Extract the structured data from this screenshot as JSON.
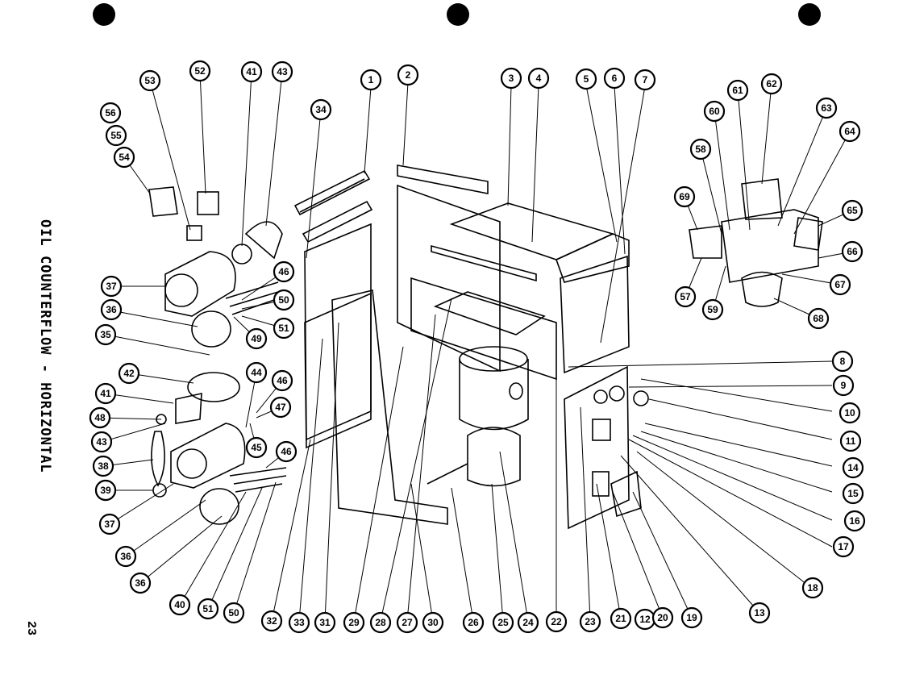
{
  "figure_title": "OIL COUNTERFLOW - HORIZONTAL",
  "page_number": "23",
  "callouts": [
    {
      "id": "c1",
      "label": "1"
    },
    {
      "id": "c2",
      "label": "2"
    },
    {
      "id": "c3",
      "label": "3"
    },
    {
      "id": "c4",
      "label": "4"
    },
    {
      "id": "c5",
      "label": "5"
    },
    {
      "id": "c6",
      "label": "6"
    },
    {
      "id": "c7",
      "label": "7"
    },
    {
      "id": "c8",
      "label": "8"
    },
    {
      "id": "c9",
      "label": "9"
    },
    {
      "id": "c10",
      "label": "10"
    },
    {
      "id": "c11",
      "label": "11"
    },
    {
      "id": "c12",
      "label": "12"
    },
    {
      "id": "c13",
      "label": "13"
    },
    {
      "id": "c14",
      "label": "14"
    },
    {
      "id": "c15",
      "label": "15"
    },
    {
      "id": "c16",
      "label": "16"
    },
    {
      "id": "c17",
      "label": "17"
    },
    {
      "id": "c18",
      "label": "18"
    },
    {
      "id": "c19",
      "label": "19"
    },
    {
      "id": "c20",
      "label": "20"
    },
    {
      "id": "c21",
      "label": "21"
    },
    {
      "id": "c22",
      "label": "22"
    },
    {
      "id": "c23",
      "label": "23"
    },
    {
      "id": "c24",
      "label": "24"
    },
    {
      "id": "c25",
      "label": "25"
    },
    {
      "id": "c26",
      "label": "26"
    },
    {
      "id": "c27",
      "label": "27"
    },
    {
      "id": "c28",
      "label": "28"
    },
    {
      "id": "c29",
      "label": "29"
    },
    {
      "id": "c30",
      "label": "30"
    },
    {
      "id": "c31",
      "label": "31"
    },
    {
      "id": "c32",
      "label": "32"
    },
    {
      "id": "c33",
      "label": "33"
    },
    {
      "id": "c34",
      "label": "34"
    },
    {
      "id": "c35",
      "label": "35"
    },
    {
      "id": "c36a",
      "label": "36"
    },
    {
      "id": "c36b",
      "label": "36"
    },
    {
      "id": "c36c",
      "label": "36"
    },
    {
      "id": "c37a",
      "label": "37"
    },
    {
      "id": "c37b",
      "label": "37"
    },
    {
      "id": "c38a",
      "label": "38"
    },
    {
      "id": "c38b",
      "label": "38"
    },
    {
      "id": "c39",
      "label": "39"
    },
    {
      "id": "c40a",
      "label": "40"
    },
    {
      "id": "c40b",
      "label": "40"
    },
    {
      "id": "c41a",
      "label": "41"
    },
    {
      "id": "c41b",
      "label": "41"
    },
    {
      "id": "c42",
      "label": "42"
    },
    {
      "id": "c43a",
      "label": "43"
    },
    {
      "id": "c43b",
      "label": "43"
    },
    {
      "id": "c44",
      "label": "44"
    },
    {
      "id": "c45",
      "label": "45"
    },
    {
      "id": "c46a",
      "label": "46"
    },
    {
      "id": "c46b",
      "label": "46"
    },
    {
      "id": "c46c",
      "label": "46"
    },
    {
      "id": "c47",
      "label": "47"
    },
    {
      "id": "c48",
      "label": "48"
    },
    {
      "id": "c49",
      "label": "49"
    },
    {
      "id": "c50a",
      "label": "50"
    },
    {
      "id": "c50b",
      "label": "50"
    },
    {
      "id": "c51a",
      "label": "51"
    },
    {
      "id": "c51b",
      "label": "51"
    },
    {
      "id": "c52",
      "label": "52"
    },
    {
      "id": "c53",
      "label": "53"
    },
    {
      "id": "c54",
      "label": "54"
    },
    {
      "id": "c55",
      "label": "55"
    },
    {
      "id": "c56",
      "label": "56"
    },
    {
      "id": "c57",
      "label": "57"
    },
    {
      "id": "c58",
      "label": "58"
    },
    {
      "id": "c59",
      "label": "59"
    },
    {
      "id": "c60",
      "label": "60"
    },
    {
      "id": "c61",
      "label": "61"
    },
    {
      "id": "c62",
      "label": "62"
    },
    {
      "id": "c63",
      "label": "63"
    },
    {
      "id": "c64",
      "label": "64"
    },
    {
      "id": "c65",
      "label": "65"
    },
    {
      "id": "c66",
      "label": "66"
    },
    {
      "id": "c67",
      "label": "67"
    },
    {
      "id": "c68",
      "label": "68"
    },
    {
      "id": "c69",
      "label": "69"
    }
  ]
}
